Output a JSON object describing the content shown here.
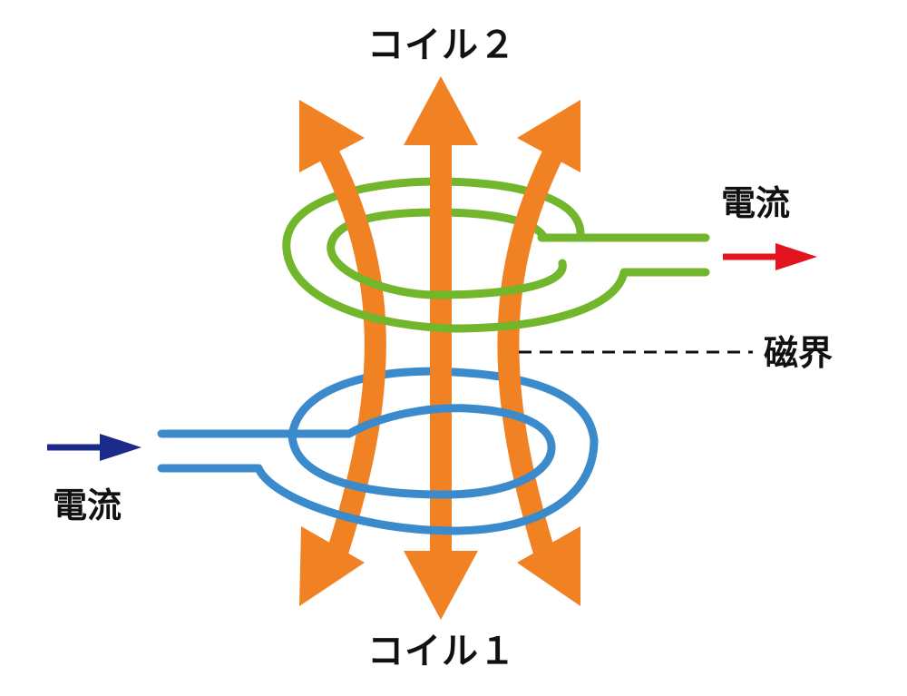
{
  "labels": {
    "coil2": "コイル２",
    "coil1": "コイル１",
    "current_out": "電流",
    "current_in": "電流",
    "magnetic_field": "磁界"
  },
  "colors": {
    "field_arrows": "#f08224",
    "coil2": "#72b62c",
    "coil1": "#3b8bcc",
    "current_out_arrow": "#e3141e",
    "current_in_arrow": "#1c2a8a",
    "leader_line": "#111111",
    "text": "#111111"
  }
}
